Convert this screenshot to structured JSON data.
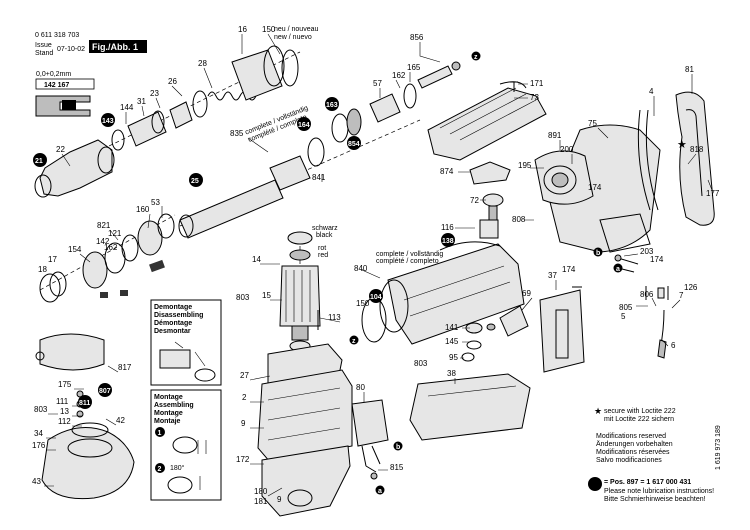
{
  "header": {
    "part_number": "0 611 318 703",
    "issue_label": "Issue",
    "stand_label": "Stand",
    "issue_date": "07-10-02",
    "fig_label": "Fig./Abb. 1"
  },
  "tolerance": {
    "value": "0,0+0,2mm",
    "codes": "142 167"
  },
  "text_labels": {
    "neu_nouveau": "neu / nouveau",
    "new_nuevo": "new / nuevo",
    "complete_vollstandig": "complete / vollständig",
    "compl_completo": "complété / completo",
    "complete_vollstandig2": "complete / vollständig",
    "compl_completo2": "complété / completo",
    "schwarz": "schwarz",
    "black": "black",
    "rot": "rot",
    "red": "red"
  },
  "boxes": {
    "demontage": [
      "Demontage",
      "Disassembling",
      "Démontage",
      "Desmontar"
    ],
    "montage": [
      "Montage",
      "Assembling",
      "Montage",
      "Montaje"
    ],
    "angle": "180°"
  },
  "callouts": [
    {
      "text": "16"
    },
    {
      "text": "150"
    },
    {
      "text": "856"
    },
    {
      "text": "165"
    },
    {
      "text": "162"
    },
    {
      "text": "28"
    },
    {
      "text": "26"
    },
    {
      "text": "23"
    },
    {
      "text": "31"
    },
    {
      "text": "144"
    },
    {
      "text": "22"
    },
    {
      "text": "835"
    },
    {
      "text": "841"
    },
    {
      "text": "57"
    },
    {
      "text": "171"
    },
    {
      "text": "73"
    },
    {
      "text": "81"
    },
    {
      "text": "4"
    },
    {
      "text": "75"
    },
    {
      "text": "891"
    },
    {
      "text": "200"
    },
    {
      "text": "195"
    },
    {
      "text": "874"
    },
    {
      "text": "72"
    },
    {
      "text": "808"
    },
    {
      "text": "174"
    },
    {
      "text": "818"
    },
    {
      "text": "177"
    },
    {
      "text": "116"
    },
    {
      "text": "840"
    },
    {
      "text": "203"
    },
    {
      "text": "174"
    },
    {
      "text": "37"
    },
    {
      "text": "174"
    },
    {
      "text": "69"
    },
    {
      "text": "141"
    },
    {
      "text": "145"
    },
    {
      "text": "95"
    },
    {
      "text": "803"
    },
    {
      "text": "38"
    },
    {
      "text": "805"
    },
    {
      "text": "5"
    },
    {
      "text": "806"
    },
    {
      "text": "7"
    },
    {
      "text": "126"
    },
    {
      "text": "6"
    },
    {
      "text": "53"
    },
    {
      "text": "160"
    },
    {
      "text": "821"
    },
    {
      "text": "142"
    },
    {
      "text": "121"
    },
    {
      "text": "162"
    },
    {
      "text": "154"
    },
    {
      "text": "17"
    },
    {
      "text": "18"
    },
    {
      "text": "14"
    },
    {
      "text": "15"
    },
    {
      "text": "803"
    },
    {
      "text": "113"
    },
    {
      "text": "150"
    },
    {
      "text": "27"
    },
    {
      "text": "2"
    },
    {
      "text": "9"
    },
    {
      "text": "172"
    },
    {
      "text": "180"
    },
    {
      "text": "181"
    },
    {
      "text": "9"
    },
    {
      "text": "80"
    },
    {
      "text": "815"
    },
    {
      "text": "175"
    },
    {
      "text": "111"
    },
    {
      "text": "803"
    },
    {
      "text": "13"
    },
    {
      "text": "112"
    },
    {
      "text": "817"
    },
    {
      "text": "42"
    },
    {
      "text": "34"
    },
    {
      "text": "176"
    },
    {
      "text": "43"
    }
  ],
  "bubbles": [
    {
      "text": "143"
    },
    {
      "text": "21"
    },
    {
      "text": "25"
    },
    {
      "text": "164"
    },
    {
      "text": "163"
    },
    {
      "text": "854"
    },
    {
      "text": "138"
    },
    {
      "text": "104"
    },
    {
      "text": "811"
    },
    {
      "text": "807"
    }
  ],
  "letter_markers": [
    "z",
    "b",
    "a",
    "z",
    "b",
    "a"
  ],
  "legend": {
    "loctite_en": "secure with Loctite 222",
    "loctite_de": "mit Loctite 222 sichern",
    "mod_en": "Modifications reserved",
    "mod_de": "Änderungen vorbehalten",
    "mod_fr": "Modifications réservées",
    "mod_es": "Salvo modificaciones",
    "pos_text": "= Pos.  897 = 1 617 000 431",
    "lube_en": "Please note lubrication instructions!",
    "lube_de": "Bitte Schmierhinweise beachten!",
    "side_code": "1 619 973 189"
  }
}
